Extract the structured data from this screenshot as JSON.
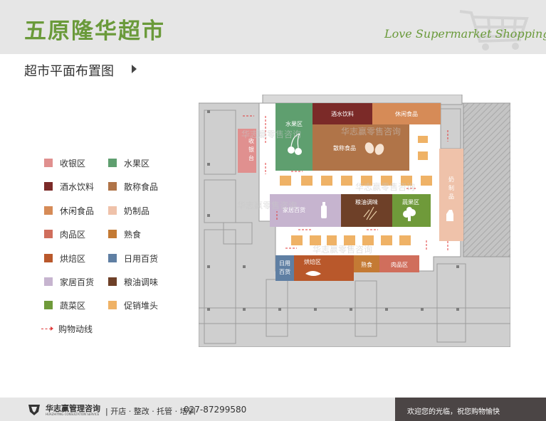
{
  "header": {
    "title": "五原隆华超市",
    "slogan": "Love Supermarket Shopping"
  },
  "section": {
    "title": "超市平面布置图"
  },
  "colors": {
    "cashier": "#e0908f",
    "fruit": "#5f9f6f",
    "liquor": "#7b2a28",
    "bulk": "#b07448",
    "snack": "#d68b57",
    "dairy": "#efc2aa",
    "meat": "#d06e5c",
    "deli": "#c47a34",
    "bakery": "#b9582b",
    "daily": "#5f7fa3",
    "home": "#c6b4cf",
    "grain": "#6e4028",
    "veg": "#6f9a3a",
    "promo": "#efb266",
    "route": "#e03a3a"
  },
  "legend": [
    {
      "label": "收银区",
      "color": "#e0908f"
    },
    {
      "label": "水果区",
      "color": "#5f9f6f"
    },
    {
      "label": "酒水饮料",
      "color": "#7b2a28"
    },
    {
      "label": "散称食品",
      "color": "#b07448"
    },
    {
      "label": "休闲食品",
      "color": "#d68b57"
    },
    {
      "label": "奶制品",
      "color": "#efc2aa"
    },
    {
      "label": "肉品区",
      "color": "#d06e5c"
    },
    {
      "label": "熟食",
      "color": "#c47a34"
    },
    {
      "label": "烘焙区",
      "color": "#b9582b"
    },
    {
      "label": "日用百货",
      "color": "#5f7fa3"
    },
    {
      "label": "家居百货",
      "color": "#c6b4cf"
    },
    {
      "label": "粮油调味",
      "color": "#6e4028"
    },
    {
      "label": "蔬菜区",
      "color": "#6f9a3a"
    },
    {
      "label": "促销堆头",
      "color": "#efb266"
    }
  ],
  "route_label": "购物动线",
  "zones": {
    "cashier": "收\n银\n台",
    "fruit": "水果区",
    "liquor": "酒水饮料",
    "snack": "休闲食品",
    "bulk": "散称食品",
    "dairy": "奶\n制\n品",
    "home": "家居百货",
    "grain": "粮油调味",
    "veg": "蔬果区",
    "daily": "日用\n百货",
    "bakery": "烘焙区",
    "deli": "熟食",
    "meat": "肉品区"
  },
  "watermark": "华志赢零售咨询",
  "footer": {
    "company": "华志赢管理咨询",
    "company_en": "HUAZHIYING CONSULTATION SERVICE",
    "services": "| 开店 · 整改 · 托管 · 培训",
    "phone": "027-87299580",
    "welcome": "欢迎您的光临，祝您购物愉快"
  }
}
